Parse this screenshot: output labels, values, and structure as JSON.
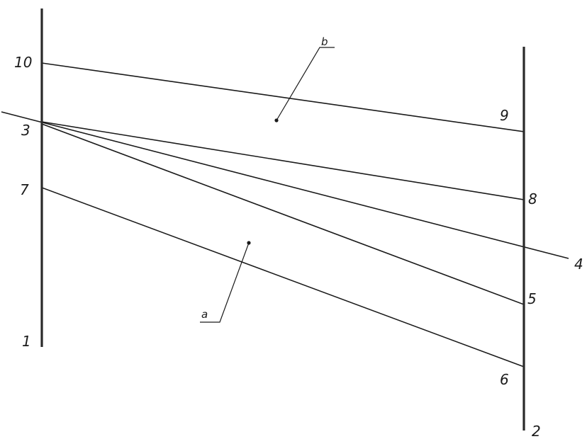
{
  "diagram": {
    "labels": {
      "p1": "1",
      "p2": "2",
      "p3": "3",
      "p4": "4",
      "p5": "5",
      "p6": "6",
      "p7": "7",
      "p8": "8",
      "p9": "9",
      "p10": "10",
      "a": "a",
      "b": "b"
    },
    "colors": {
      "ink": "#1a1a1a",
      "axis": "#2a2a2a",
      "background": "#ffffff"
    }
  }
}
